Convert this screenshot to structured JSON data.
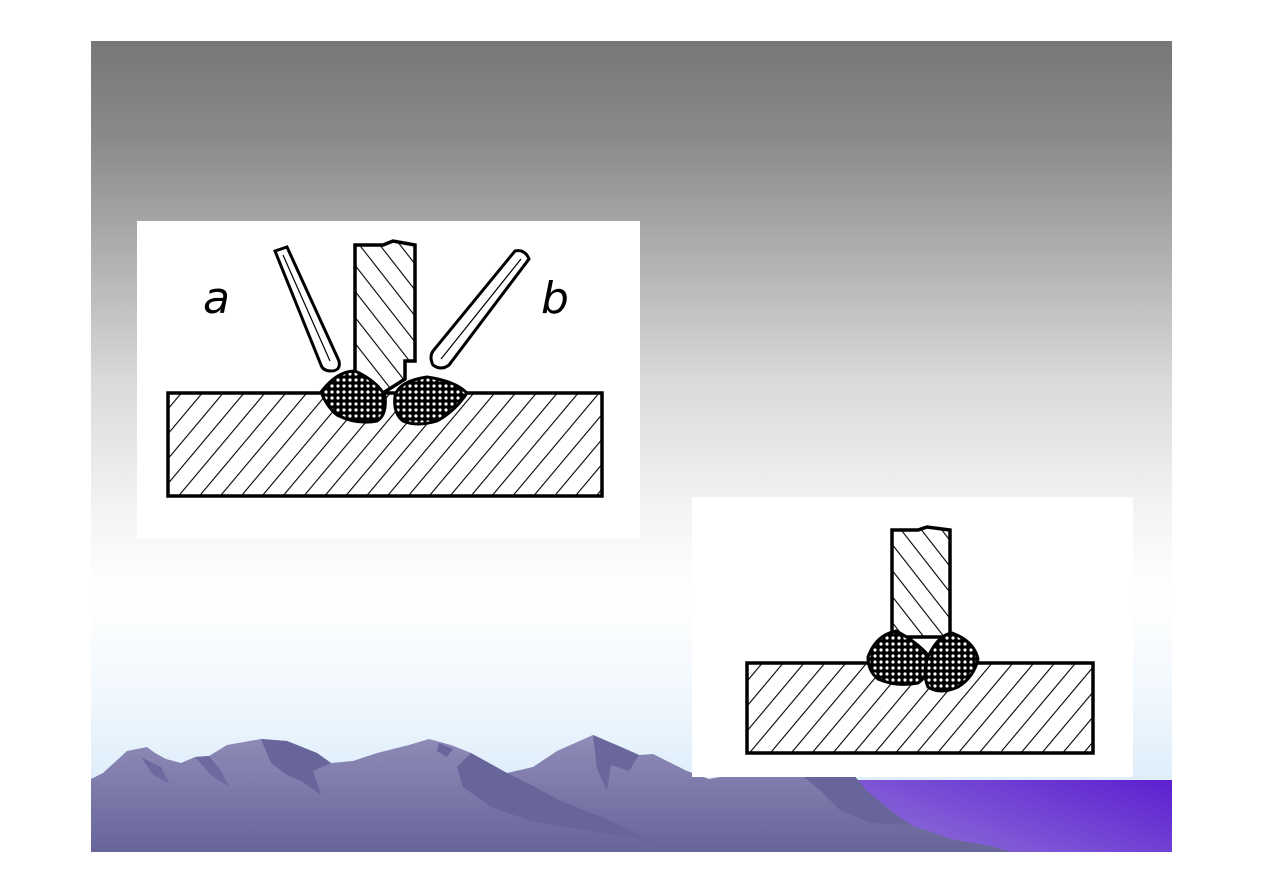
{
  "slide": {
    "background": {
      "gradient_top": "#777777",
      "gradient_middle": "#ffffff",
      "gradient_bottom": "#dcedfa",
      "mountain_light": "#8a86b4",
      "mountain_dark": "#67659a",
      "band_accent": "#5c1fd0"
    },
    "figures": [
      {
        "id": "fillet-weld-electrode-positions",
        "description": "T-joint cross-section with two fillet welds and two electrode positions",
        "labels": {
          "left": "a",
          "right": "b"
        }
      },
      {
        "id": "double-fillet-weld",
        "description": "T-joint cross-section with two overlapping fillet welds"
      }
    ]
  }
}
